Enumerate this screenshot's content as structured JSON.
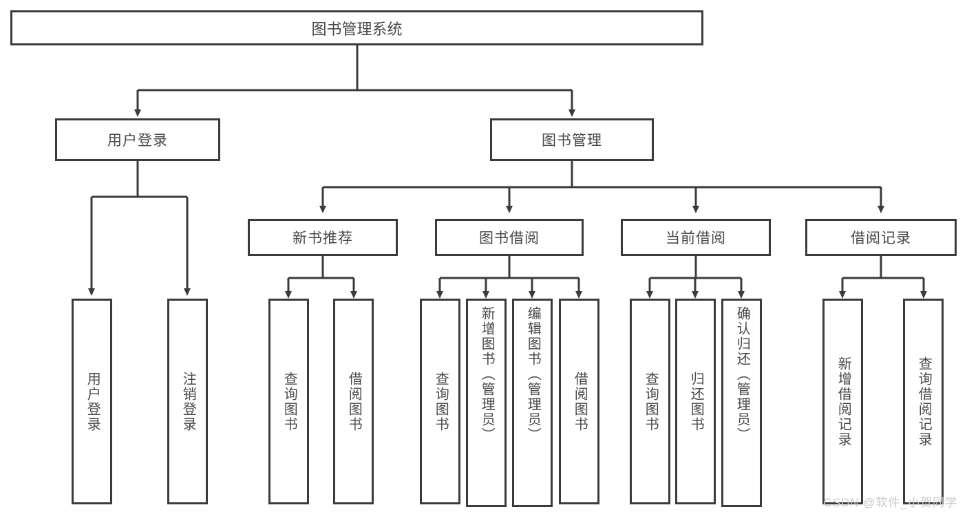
{
  "diagram": {
    "title_node": {
      "label": "图书管理系统"
    },
    "level2": [
      {
        "label": "用户登录"
      },
      {
        "label": "图书管理"
      }
    ],
    "level3": [
      {
        "label": "新书推荐"
      },
      {
        "label": "图书借阅"
      },
      {
        "label": "当前借阅"
      },
      {
        "label": "借阅记录"
      }
    ],
    "leaves": {
      "user_login": [
        {
          "label": "用户登录"
        },
        {
          "label": "注销登录"
        }
      ],
      "new_book": [
        {
          "label": "查询图书"
        },
        {
          "label": "借阅图书"
        }
      ],
      "borrow_book": [
        {
          "label": "查询图书"
        },
        {
          "label": "新增图书（管理员）"
        },
        {
          "label": "编辑图书（管理员）"
        },
        {
          "label": "借阅图书"
        }
      ],
      "current_borrow": [
        {
          "label": "查询图书"
        },
        {
          "label": "归还图书"
        },
        {
          "label": "确认归还（管理员）"
        }
      ],
      "borrow_record": [
        {
          "label": "新增借阅记录"
        },
        {
          "label": "查询借阅记录"
        }
      ]
    }
  },
  "watermark": {
    "text": "CSDN @软件_小贺同学"
  },
  "colors": {
    "border": "#3b3b3b",
    "text": "#4a4a4a",
    "background": "#ffffff",
    "watermark": "#c9c9c9"
  }
}
